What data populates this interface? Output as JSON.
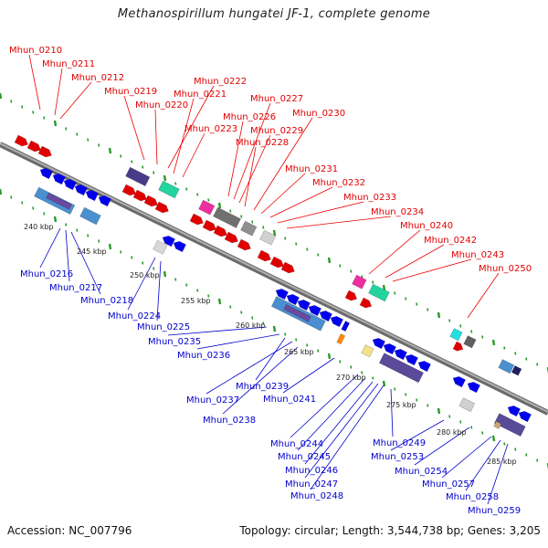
{
  "title": "Methanospirillum hungatei JF-1, complete genome",
  "accession_text": "Accession: NC_007796",
  "topology_text": "Topology: circular; Length: 3,544,738 bp; Genes: 3,205",
  "colors": {
    "forward_label": "#e00000",
    "reverse_label": "#0000cc",
    "backbone": "#8a8a8a",
    "tick": "#2a9a2a",
    "kbp_text": "#222222"
  },
  "kbp_ticks": [
    {
      "label": "240 kbp"
    },
    {
      "label": "245 kbp"
    },
    {
      "label": "250 kbp"
    },
    {
      "label": "255 kbp"
    },
    {
      "label": "260 kbp"
    },
    {
      "label": "265 kbp"
    },
    {
      "label": "270 kbp"
    },
    {
      "label": "275 kbp"
    },
    {
      "label": "280 kbp"
    },
    {
      "label": "285 kbp"
    }
  ],
  "forward_genes": [
    "Mhun_0210",
    "Mhun_0211",
    "Mhun_0212",
    "Mhun_0219",
    "Mhun_0220",
    "Mhun_0222",
    "Mhun_0221",
    "Mhun_0223",
    "Mhun_0226",
    "Mhun_0227",
    "Mhun_0229",
    "Mhun_0228",
    "Mhun_0230",
    "Mhun_0231",
    "Mhun_0232",
    "Mhun_0233",
    "Mhun_0234",
    "Mhun_0240",
    "Mhun_0242",
    "Mhun_0243",
    "Mhun_0250"
  ],
  "reverse_genes": [
    "Mhun_0216",
    "Mhun_0217",
    "Mhun_0218",
    "Mhun_0224",
    "Mhun_0225",
    "Mhun_0235",
    "Mhun_0236",
    "Mhun_0239",
    "Mhun_0237",
    "Mhun_0241",
    "Mhun_0238",
    "Mhun_0244",
    "Mhun_0245",
    "Mhun_0246",
    "Mhun_0247",
    "Mhun_0248",
    "Mhun_0249",
    "Mhun_0253",
    "Mhun_0254",
    "Mhun_0257",
    "Mhun_0258",
    "Mhun_0259"
  ]
}
